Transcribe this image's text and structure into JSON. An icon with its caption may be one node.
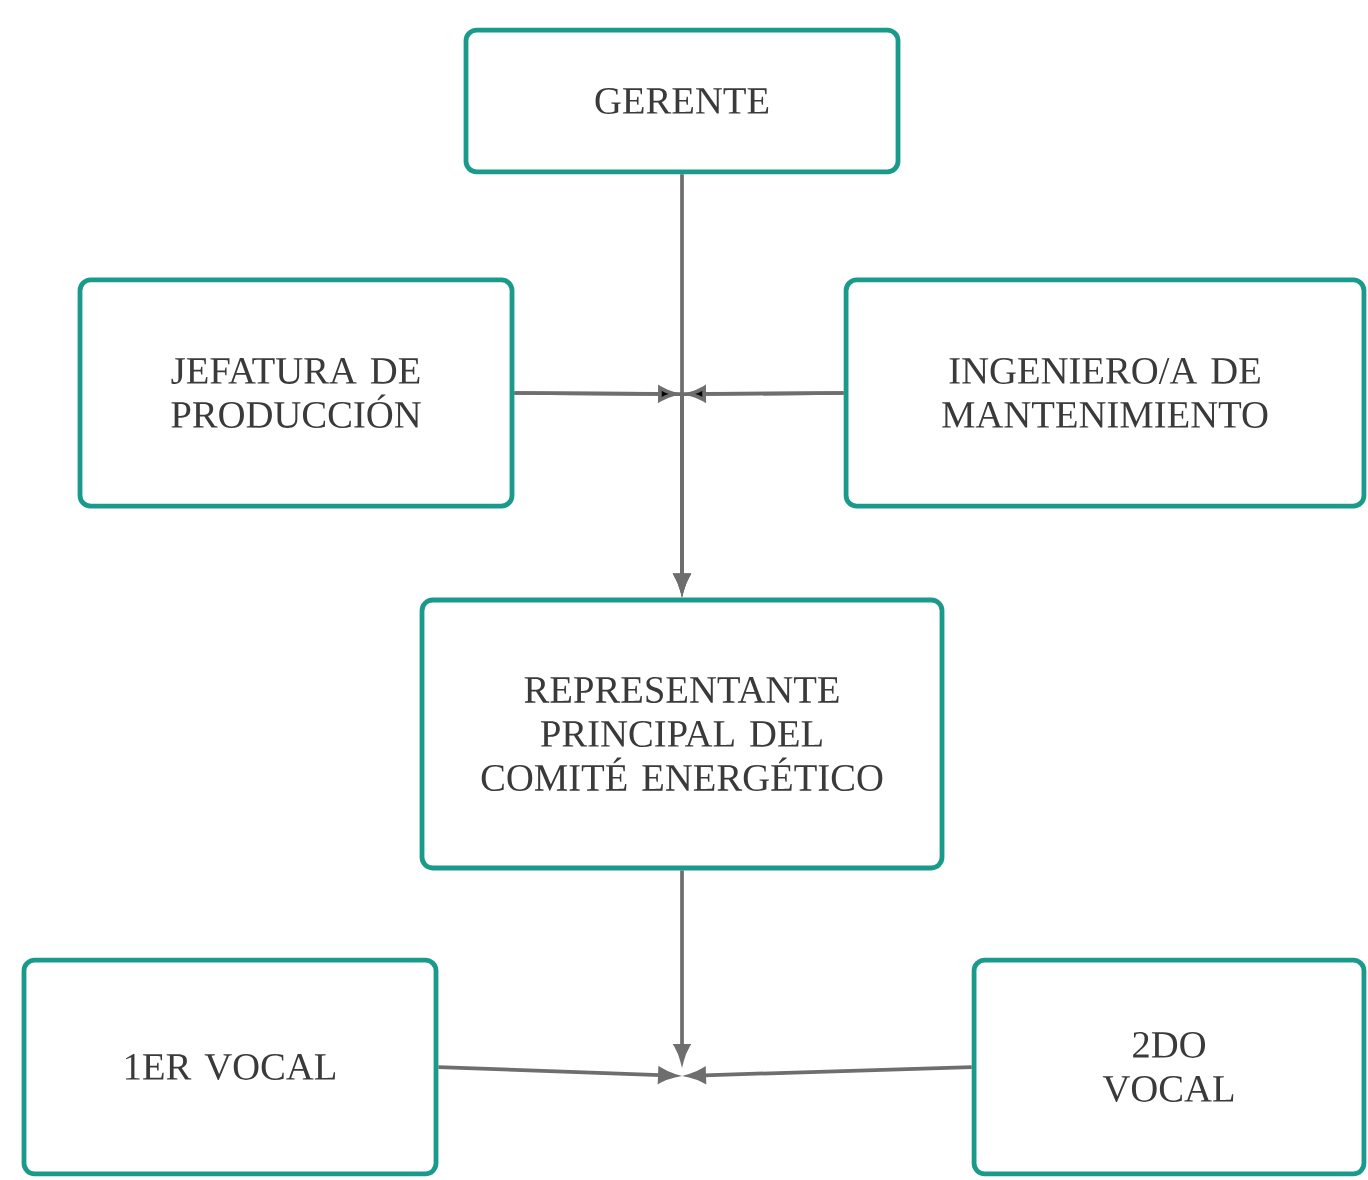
{
  "diagram": {
    "nodes": [
      {
        "text": [
          "GERENTE"
        ]
      },
      {
        "text": [
          "JEFATURA DE PRODUCCIÓN"
        ]
      },
      {
        "text": [
          "INGENIERO/A DE MANTENIMIENTO"
        ]
      },
      {
        "text": [
          "REPRESENTANTE PRINCIPAL DEL COMITÉ ENERGÉTICO"
        ]
      },
      {
        "text": [
          "1ER VOCAL"
        ]
      },
      {
        "text": [
          "2DO VOCAL"
        ]
      }
    ],
    "edges": [
      {
        "from": 0,
        "to": 3,
        "arrow": "to"
      },
      {
        "from": 1,
        "to": 3,
        "arrow": "to"
      },
      {
        "from": 2,
        "to": 3,
        "arrow": "to"
      },
      {
        "from": 3,
        "to": null,
        "arrow": "to"
      },
      {
        "from": 4,
        "to": null,
        "arrow": "to"
      },
      {
        "from": 5,
        "to": null,
        "arrow": "to"
      }
    ]
  }
}
